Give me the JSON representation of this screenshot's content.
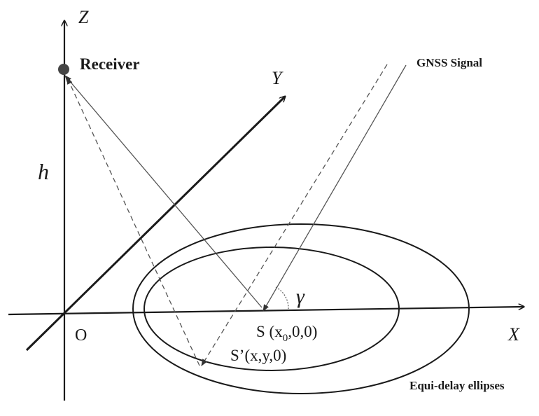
{
  "axes": {
    "x_label": "X",
    "y_label": "Y",
    "z_label": "Z",
    "origin_label": "O",
    "height_label": "h"
  },
  "labels": {
    "receiver": "Receiver",
    "gnss_signal": "GNSS Signal",
    "specular_point_prefix": "S (x",
    "specular_point_subscript": "0",
    "specular_point_suffix": ",0,0)",
    "scatter_point": "S’(x,y,0)",
    "angle": "γ",
    "ellipses": "Equi-delay ellipses"
  },
  "colors": {
    "ink": "#1a1a1a",
    "thin_line": "#555555"
  }
}
